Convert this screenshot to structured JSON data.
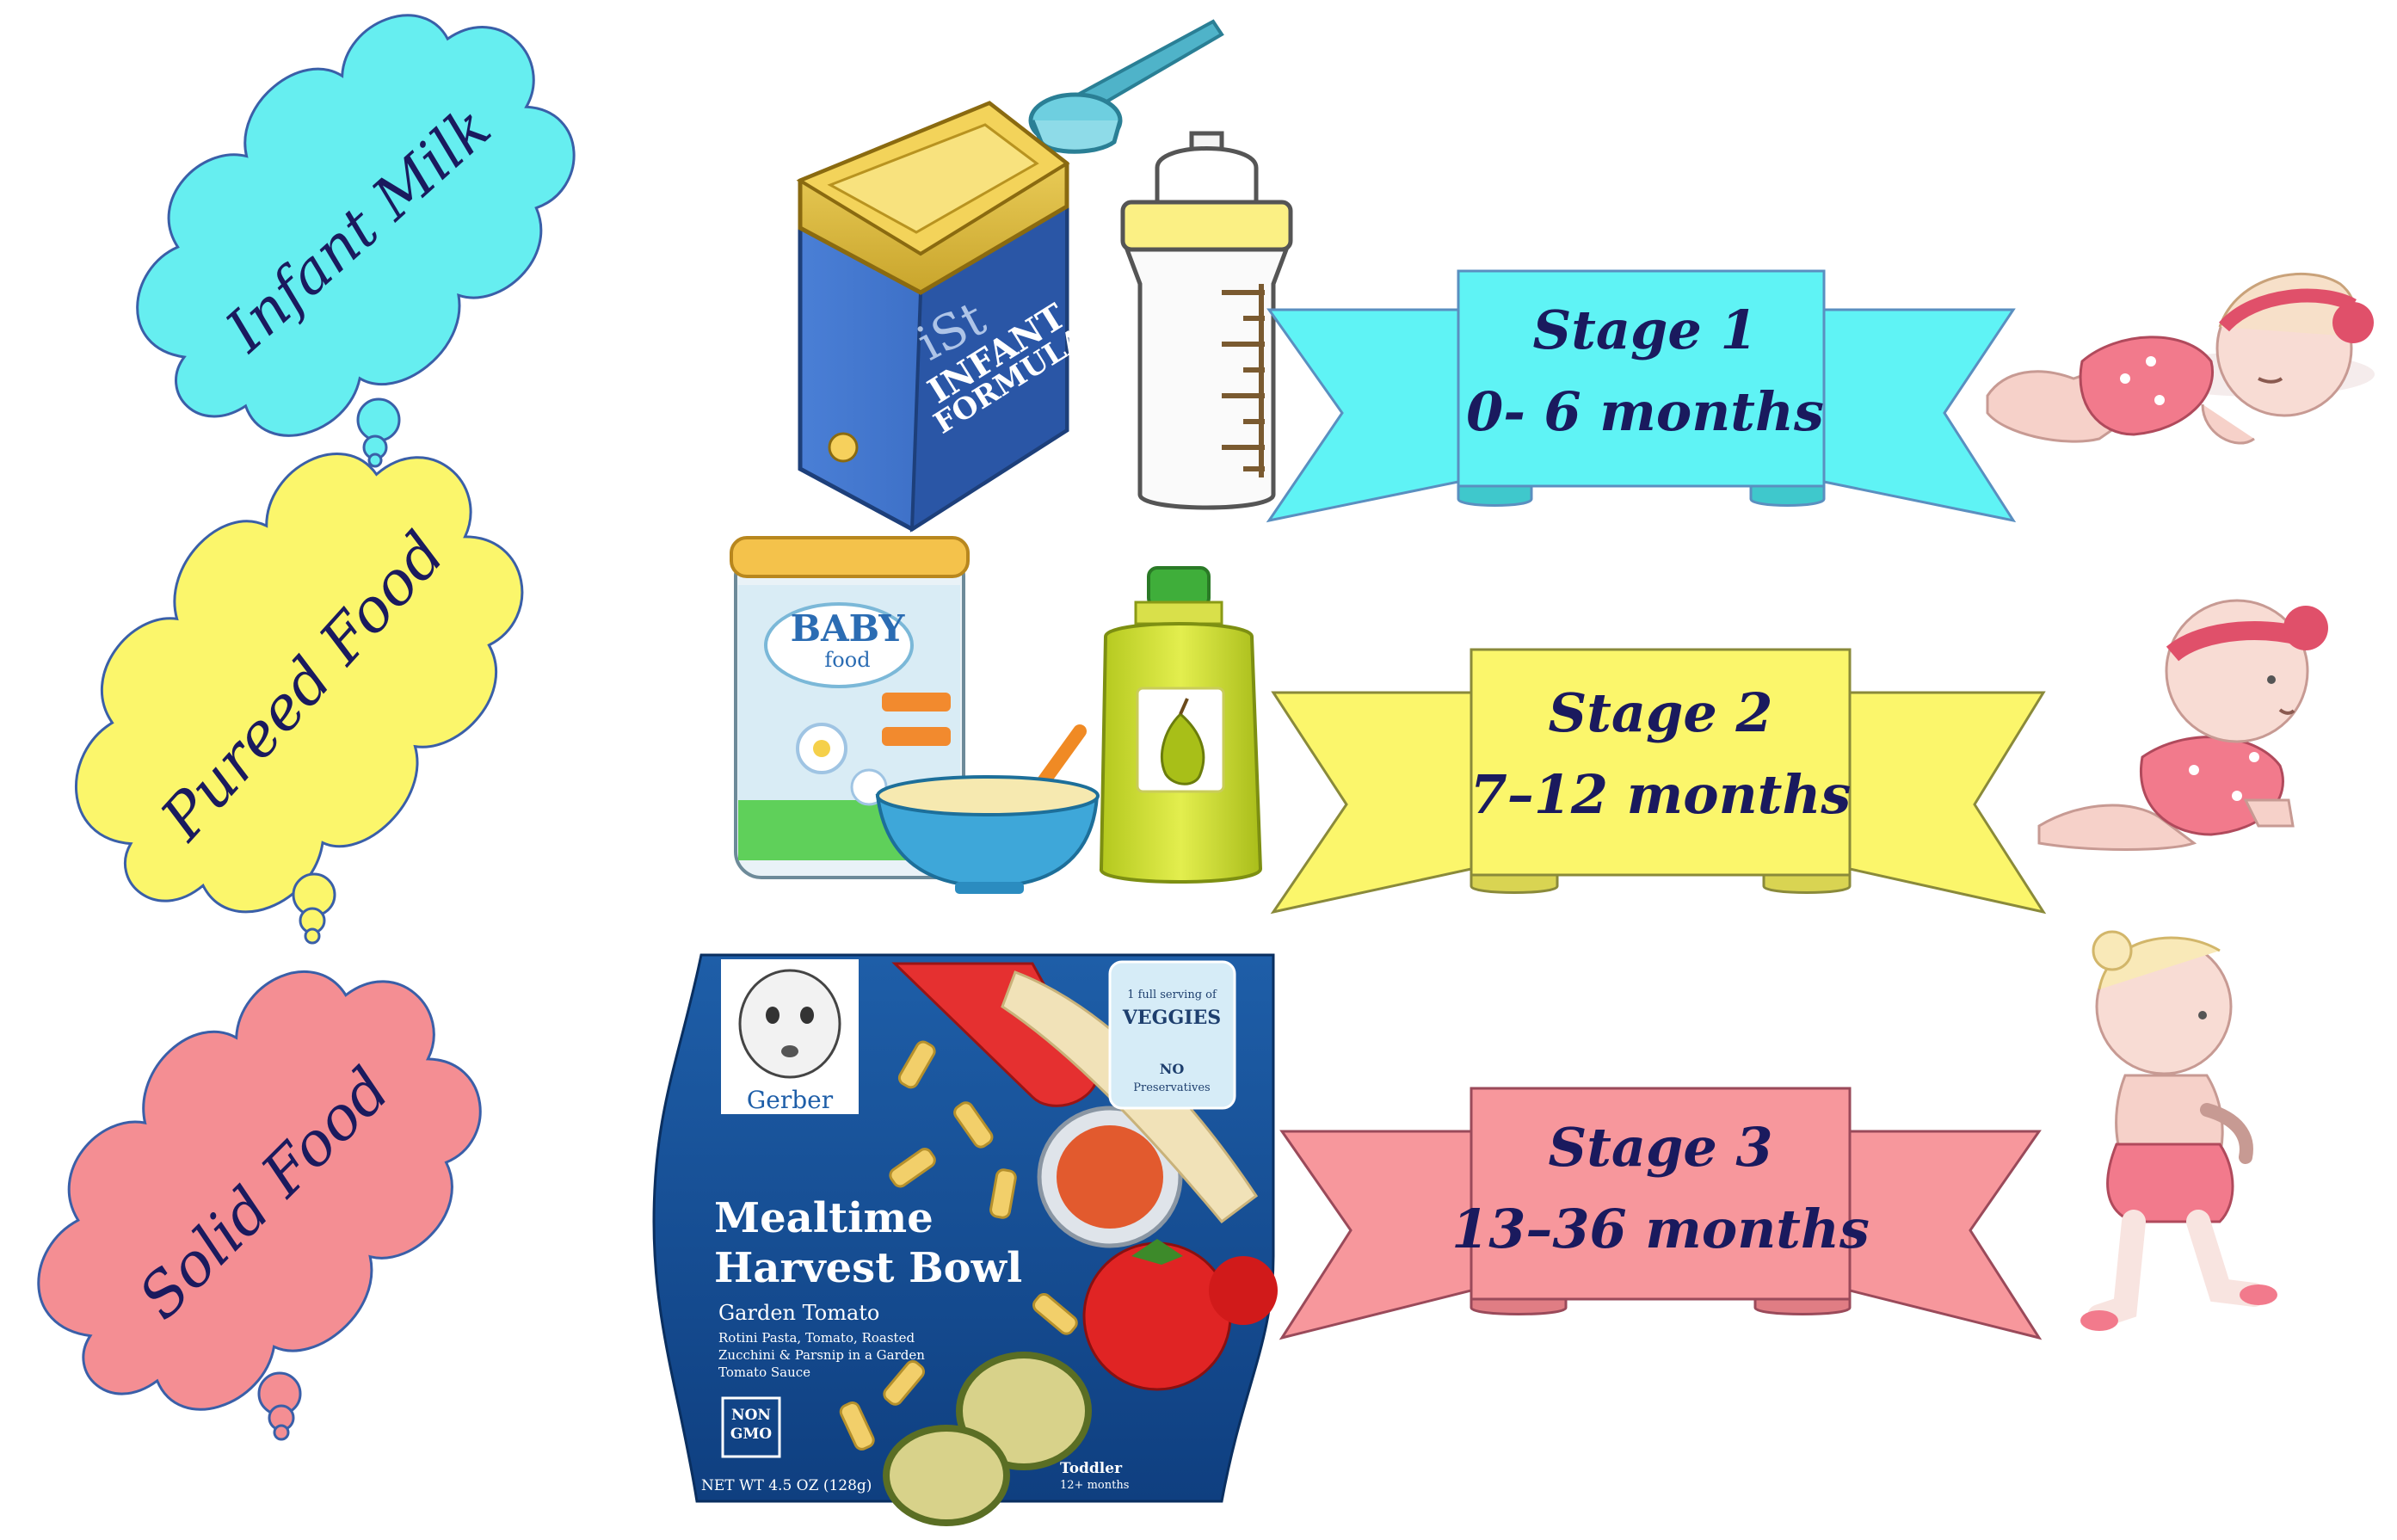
{
  "clouds": [
    {
      "label": "Infant Milk",
      "fill": "#66eef0"
    },
    {
      "label": "Pureed Food",
      "fill": "#fbf66b"
    },
    {
      "label": "Solid Food",
      "fill": "#f48e93"
    }
  ],
  "ribbons": [
    {
      "stage": "Stage 1",
      "age": "0- 6 months",
      "fill": "#5ff3f5"
    },
    {
      "stage": "Stage 2",
      "age": "7–12 months",
      "fill": "#fbf66b"
    },
    {
      "stage": "Stage 3",
      "age": "13–36 months",
      "fill": "#f7979c"
    }
  ],
  "products": {
    "formula": {
      "brand": "iSt",
      "line1": "INFANT",
      "line2": "FORMULA"
    },
    "baby_food": {
      "line1": "BABY",
      "line2": "food"
    },
    "gerber": {
      "brand": "Gerber",
      "veggies_top": "1 full serving of",
      "veggies": "VEGGIES",
      "no_pres1": "NO",
      "no_pres2": "Preservatives",
      "title1": "Mealtime",
      "title2": "Harvest Bowl",
      "flavor": "Garden Tomato",
      "desc1": "Rotini Pasta, Tomato, Roasted",
      "desc2": "Zucchini & Parsnip in a Garden",
      "desc3": "Tomato Sauce",
      "nongmo1": "NON",
      "nongmo2": "GMO",
      "netwt": "NET WT 4.5 OZ (128g)",
      "toddler": "Toddler",
      "toddler_age": "12+ months"
    }
  },
  "colors": {
    "text": "#1a1a5e",
    "outline": "#3a5fa8"
  }
}
